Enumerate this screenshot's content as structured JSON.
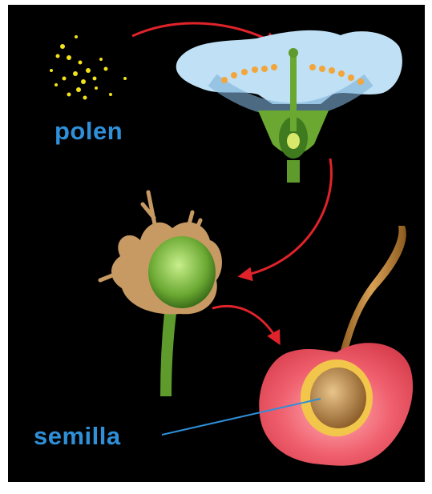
{
  "labels": {
    "pollen": "polen",
    "seed": "semilla"
  },
  "colors": {
    "background": "#000000",
    "frame": "#ffffff",
    "label_text": "#2f8fd8",
    "arrow": "#e0232b",
    "pointer_line": "#2f8fd8",
    "pollen": "#f2e21a",
    "petal": "#bfe0f5",
    "stem": "#5e9a2c",
    "fruit_flesh": "#f0606e",
    "seed": "#b98a4a"
  },
  "stages": [
    "pollen-stage",
    "flower-stage",
    "ovary-stage",
    "fruit-stage"
  ]
}
